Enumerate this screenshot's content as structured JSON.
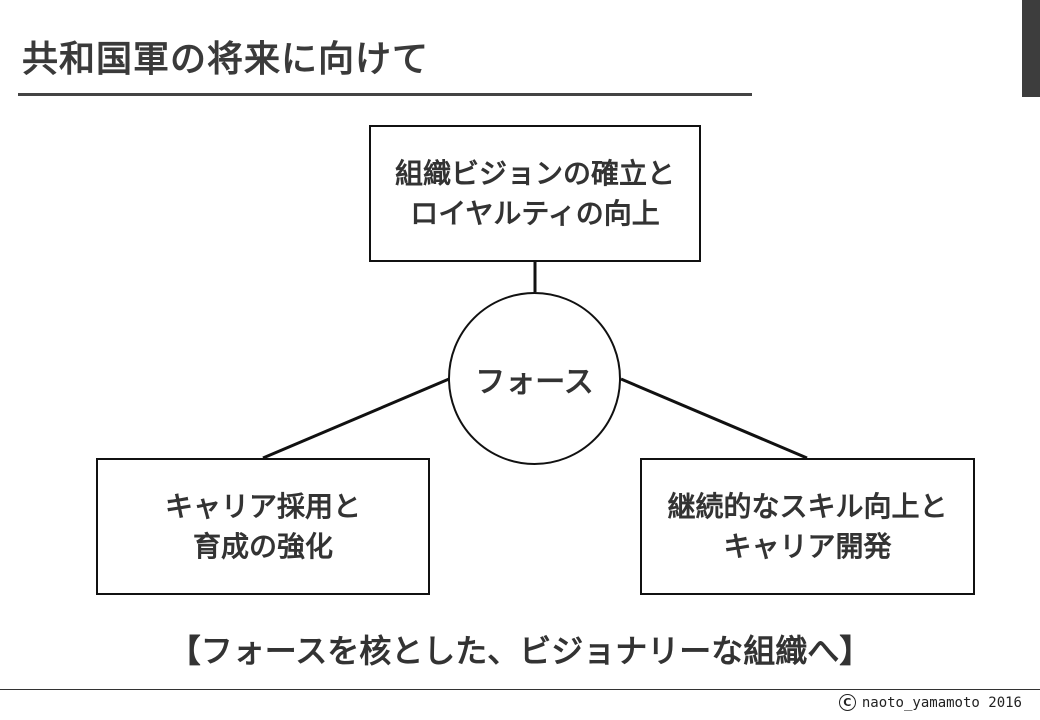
{
  "slide": {
    "title": "共和国軍の将来に向けて"
  },
  "diagram": {
    "hub_label": "フォース",
    "top_box": {
      "lines": [
        "組織ビジョンの確立と",
        "ロイヤルティの向上"
      ]
    },
    "left_box": {
      "lines": [
        "キャリア採用と",
        "育成の強化"
      ]
    },
    "right_box": {
      "lines": [
        "継続的なスキル向上と",
        "キャリア開発"
      ]
    }
  },
  "slogan": "【フォースを核とした、ビジョナリーな組織へ】",
  "footer": {
    "copyright_symbol": "C",
    "copyright_text": "naoto_yamamoto 2016"
  },
  "colors": {
    "line": "#111111",
    "text": "#333333",
    "accent_bar": "#3d3d3d"
  }
}
